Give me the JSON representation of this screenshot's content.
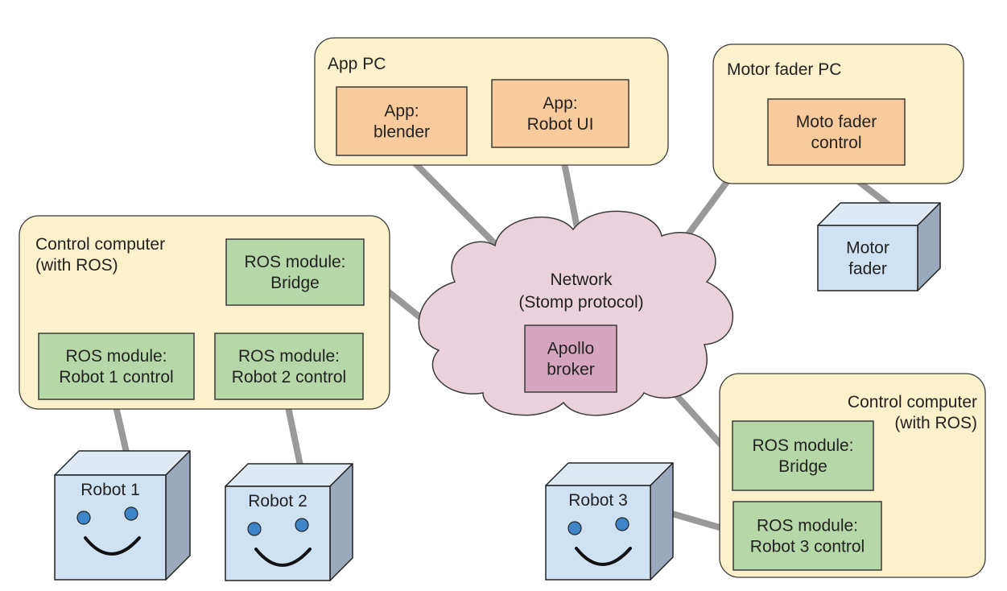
{
  "colors": {
    "group_fill": "#fdf1cc",
    "group_stroke": "#3a3a3a",
    "app_fill": "#f9cb9c",
    "ros_fill": "#b6d7a8",
    "device_front": "#cfe2f3",
    "device_top": "#dde9f5",
    "device_side": "#9aa9bb",
    "cloud_fill": "#ead1dc",
    "broker_fill": "#d5a6bd",
    "eye_fill": "#3d85c6",
    "link_color": "#999999"
  },
  "groups": {
    "app_pc": [
      "App PC"
    ],
    "motor_fader_pc": [
      "Motor fader PC"
    ],
    "control_left": [
      "Control computer",
      "(with ROS)"
    ],
    "control_right": [
      "Control computer",
      "(with ROS)"
    ]
  },
  "nodes": {
    "app_blender": [
      "App:",
      "blender"
    ],
    "app_robot_ui": [
      "App:",
      "Robot UI"
    ],
    "moto_fader_control": [
      "Moto fader",
      "control"
    ],
    "ros_bridge_left": [
      "ROS module:",
      "Bridge"
    ],
    "ros_robot1": [
      "ROS module:",
      "Robot 1 control"
    ],
    "ros_robot2": [
      "ROS module:",
      "Robot 2 control"
    ],
    "ros_bridge_right": [
      "ROS module:",
      "Bridge"
    ],
    "ros_robot3": [
      "ROS module:",
      "Robot 3 control"
    ],
    "network": [
      "Network",
      "(Stomp protocol)"
    ],
    "apollo_broker": [
      "Apollo",
      "broker"
    ]
  },
  "devices": {
    "motor_fader": [
      "Motor",
      "fader"
    ],
    "robot1": [
      "Robot 1"
    ],
    "robot2": [
      "Robot 2"
    ],
    "robot3": [
      "Robot 3"
    ]
  }
}
